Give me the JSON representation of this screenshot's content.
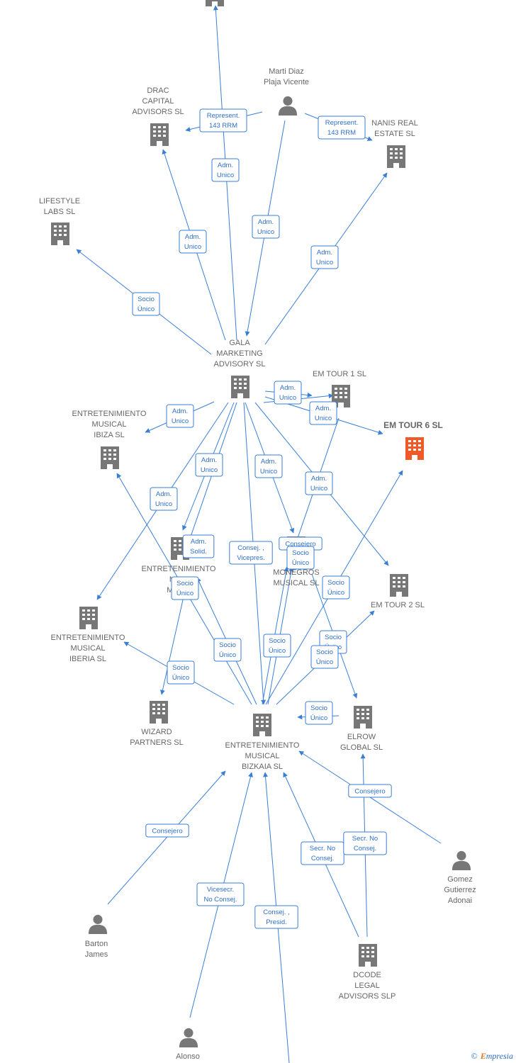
{
  "nodes": [
    {
      "id": "top",
      "type": "company",
      "lines": []
    },
    {
      "id": "marti",
      "type": "person",
      "lines": [
        "Marti Diaz",
        "Plaja Vicente"
      ]
    },
    {
      "id": "drac",
      "type": "company",
      "lines": [
        "DRAC",
        "CAPITAL",
        "ADVISORS  SL"
      ]
    },
    {
      "id": "nanis",
      "type": "company",
      "lines": [
        "NANIS REAL",
        "ESTATE  SL"
      ]
    },
    {
      "id": "lifestyle",
      "type": "company",
      "lines": [
        "LIFESTYLE",
        "LABS  SL"
      ]
    },
    {
      "id": "gala",
      "type": "company",
      "lines": [
        "GALA",
        "MARKETING",
        "ADVISORY SL"
      ]
    },
    {
      "id": "emtour1",
      "type": "company",
      "lines": [
        "EM TOUR 1  SL"
      ]
    },
    {
      "id": "emtour6",
      "type": "company",
      "lines": [
        "EM TOUR 6  SL"
      ],
      "highlight": true
    },
    {
      "id": "ibiza",
      "type": "company",
      "lines": [
        "ENTRETENIMIENTO",
        "MUSICAL",
        "IBIZA  SL"
      ]
    },
    {
      "id": "madrid",
      "type": "company",
      "lines": [
        "ENTRETENIMIENTO",
        "MU...",
        "MAD..."
      ]
    },
    {
      "id": "monegros",
      "type": "company",
      "lines": [
        "MONEGROS",
        "MUSICAL  SL"
      ]
    },
    {
      "id": "emtour2",
      "type": "company",
      "lines": [
        "EM TOUR 2  SL"
      ]
    },
    {
      "id": "iberia",
      "type": "company",
      "lines": [
        "ENTRETENIMIENTO",
        "MUSICAL",
        "IBERIA  SL"
      ]
    },
    {
      "id": "wizard",
      "type": "company",
      "lines": [
        "WIZARD",
        "PARTNERS  SL"
      ]
    },
    {
      "id": "bizkaia",
      "type": "company",
      "lines": [
        "ENTRETENIMIENTO",
        "MUSICAL",
        "BIZKAIA  SL"
      ]
    },
    {
      "id": "elrow",
      "type": "company",
      "lines": [
        "ELROW",
        "GLOBAL  SL"
      ]
    },
    {
      "id": "gomez",
      "type": "person",
      "lines": [
        "Gomez",
        "Gutierrez",
        "Adonai"
      ]
    },
    {
      "id": "barton",
      "type": "person",
      "lines": [
        "Barton",
        "James"
      ]
    },
    {
      "id": "dcode",
      "type": "company",
      "lines": [
        "DCODE",
        "LEGAL",
        "ADVISORS  SLP"
      ]
    },
    {
      "id": "alonso",
      "type": "person",
      "lines": [
        "Alonso"
      ]
    }
  ],
  "edges": [
    {
      "id": "e1",
      "lines": [
        "Represent.",
        "143 RRM"
      ]
    },
    {
      "id": "e2",
      "lines": [
        "Represent.",
        "143 RRM"
      ]
    },
    {
      "id": "e3",
      "lines": [
        "Adm.",
        "Unico"
      ]
    },
    {
      "id": "e4",
      "lines": [
        "Adm.",
        "Unico"
      ]
    },
    {
      "id": "e5",
      "lines": [
        "Adm.",
        "Unico"
      ]
    },
    {
      "id": "e6",
      "lines": [
        "Adm.",
        "Unico"
      ]
    },
    {
      "id": "e7",
      "lines": [
        "Socio",
        "Único"
      ]
    },
    {
      "id": "e8",
      "lines": [
        "Adm.",
        "Unico"
      ]
    },
    {
      "id": "e9",
      "lines": [
        "Adm.",
        "Unico"
      ]
    },
    {
      "id": "e10",
      "lines": [
        "Adm.",
        "Unico"
      ]
    },
    {
      "id": "e11",
      "lines": [
        "Adm.",
        "Unico"
      ]
    },
    {
      "id": "e12",
      "lines": [
        "Adm.",
        "Unico"
      ]
    },
    {
      "id": "e13",
      "lines": [
        "Adm.",
        "Unico"
      ]
    },
    {
      "id": "e14",
      "lines": [
        "Adm.",
        "Unico"
      ]
    },
    {
      "id": "e15",
      "lines": [
        "Adm.",
        "Solid."
      ]
    },
    {
      "id": "e16",
      "lines": [
        "Consej. ,",
        "Vicepres."
      ]
    },
    {
      "id": "e17",
      "lines": [
        "Consejero"
      ]
    },
    {
      "id": "e18",
      "lines": [
        "Socio",
        "Único"
      ]
    },
    {
      "id": "e19",
      "lines": [
        "Socio",
        "Único"
      ]
    },
    {
      "id": "e20",
      "lines": [
        "Socio",
        "Único"
      ]
    },
    {
      "id": "e21",
      "lines": [
        "Socio",
        "Único"
      ]
    },
    {
      "id": "e22",
      "lines": [
        "Socio",
        "Único"
      ]
    },
    {
      "id": "e23",
      "lines": [
        "Socio",
        "Único"
      ]
    },
    {
      "id": "e24",
      "lines": [
        "Socio",
        "Único"
      ]
    },
    {
      "id": "e25",
      "lines": [
        "Socio",
        "Único"
      ]
    },
    {
      "id": "e26",
      "lines": [
        "Socio",
        "Único"
      ]
    },
    {
      "id": "e27",
      "lines": [
        "Consejero"
      ]
    },
    {
      "id": "e28",
      "lines": [
        "Consejero"
      ]
    },
    {
      "id": "e29",
      "lines": [
        "Secr.  No",
        "Consej."
      ]
    },
    {
      "id": "e30",
      "lines": [
        "Secr.  No",
        "Consej."
      ]
    },
    {
      "id": "e31",
      "lines": [
        "Vicesecr.",
        "No Consej."
      ]
    },
    {
      "id": "e32",
      "lines": [
        "Consej. ,",
        "Presid."
      ]
    }
  ],
  "colors": {
    "edge": "#3a7fd6",
    "node": "#777777",
    "highlight": "#f05a28"
  },
  "icons": {
    "company": "building-icon",
    "person": "person-icon"
  },
  "credit": {
    "symbol": "©",
    "brand_first": "E",
    "brand_rest": "mpresia"
  }
}
